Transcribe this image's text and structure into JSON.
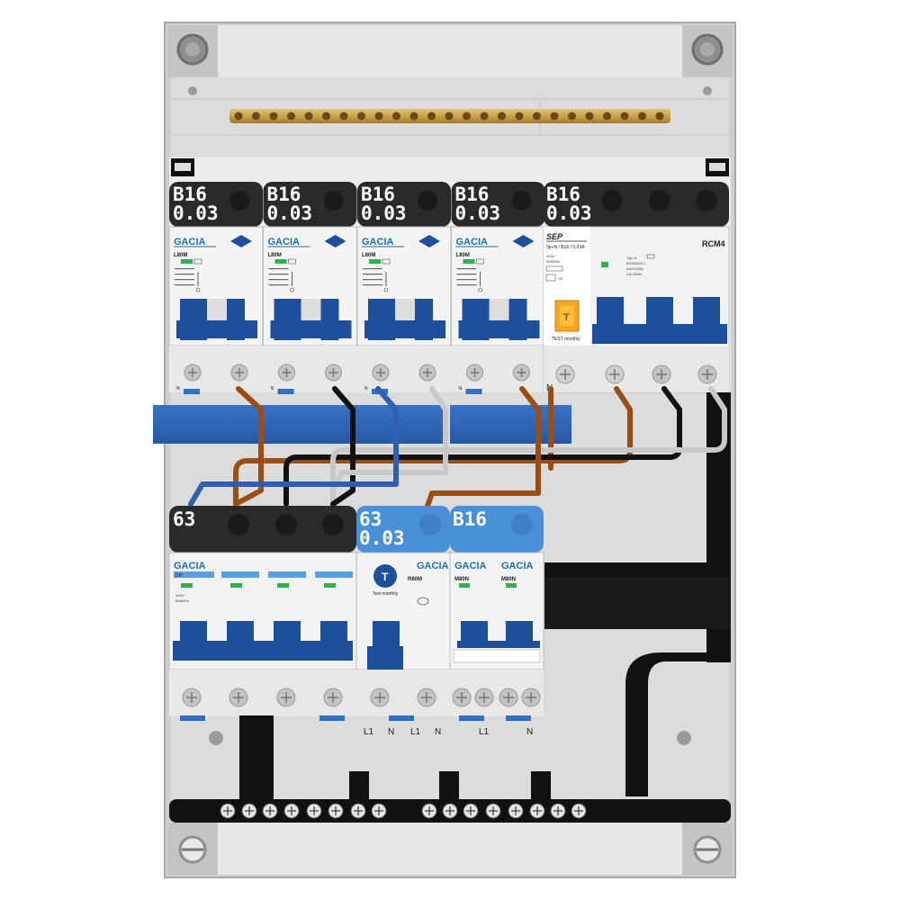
{
  "top_row": {
    "breakers": [
      {
        "rating": "B16",
        "sensitivity": "0.03",
        "brand": "GACIA",
        "model": "L80M",
        "n_label": "N"
      },
      {
        "rating": "B16",
        "sensitivity": "0.03",
        "brand": "GACIA",
        "model": "L80M",
        "n_label": "N"
      },
      {
        "rating": "B16",
        "sensitivity": "0.03",
        "brand": "GACIA",
        "model": "L80M",
        "n_label": "N"
      },
      {
        "rating": "B16",
        "sensitivity": "0.03",
        "brand": "GACIA",
        "model": "L80M",
        "n_label": "N"
      }
    ],
    "rcbo_3p": {
      "rating": "B16",
      "sensitivity": "0.03",
      "brand": "SEP",
      "spec": "3p+N / B16 / 0.03A",
      "voltage": "415V~",
      "freq": "50/60Hz",
      "test_label": "TEST monthly",
      "n_label": "N"
    },
    "rcm": {
      "label": "RCM4",
      "spec_type": "Typ: A",
      "spec_std": "IEC62020-1",
      "spec_i": "IΔn=0,03A",
      "spec_u": "Un=230A"
    }
  },
  "bottom_row": {
    "main_switch": {
      "rating": "63",
      "brand": "GACIA",
      "model": "DH",
      "voltage": "400V~",
      "freq": "50/60Hz"
    },
    "rcd": {
      "rating": "63",
      "sensitivity": "0.03",
      "brand": "GACIA",
      "model": "R80M",
      "test_label": "Test monthly",
      "terminals": [
        "L1",
        "N",
        "L1",
        "N"
      ]
    },
    "mcb": {
      "rating": "B16",
      "brand": "GACIA",
      "models": [
        "M80N",
        "M80N"
      ],
      "terminals": [
        "L1",
        "N"
      ]
    }
  },
  "colors": {
    "enclosure": "#d9d9d9",
    "label_dark": "#2a2a2a",
    "label_blue": "#4a90d9",
    "breaker_blue": "#1c4f9c",
    "brand_blue": "#1d6fb3",
    "wire_brown": "#9c4e12",
    "wire_black": "#111111",
    "wire_grey": "#c8c8c8",
    "wire_blue": "#2f5fb3",
    "busbar_brass": "#c9a24a"
  }
}
